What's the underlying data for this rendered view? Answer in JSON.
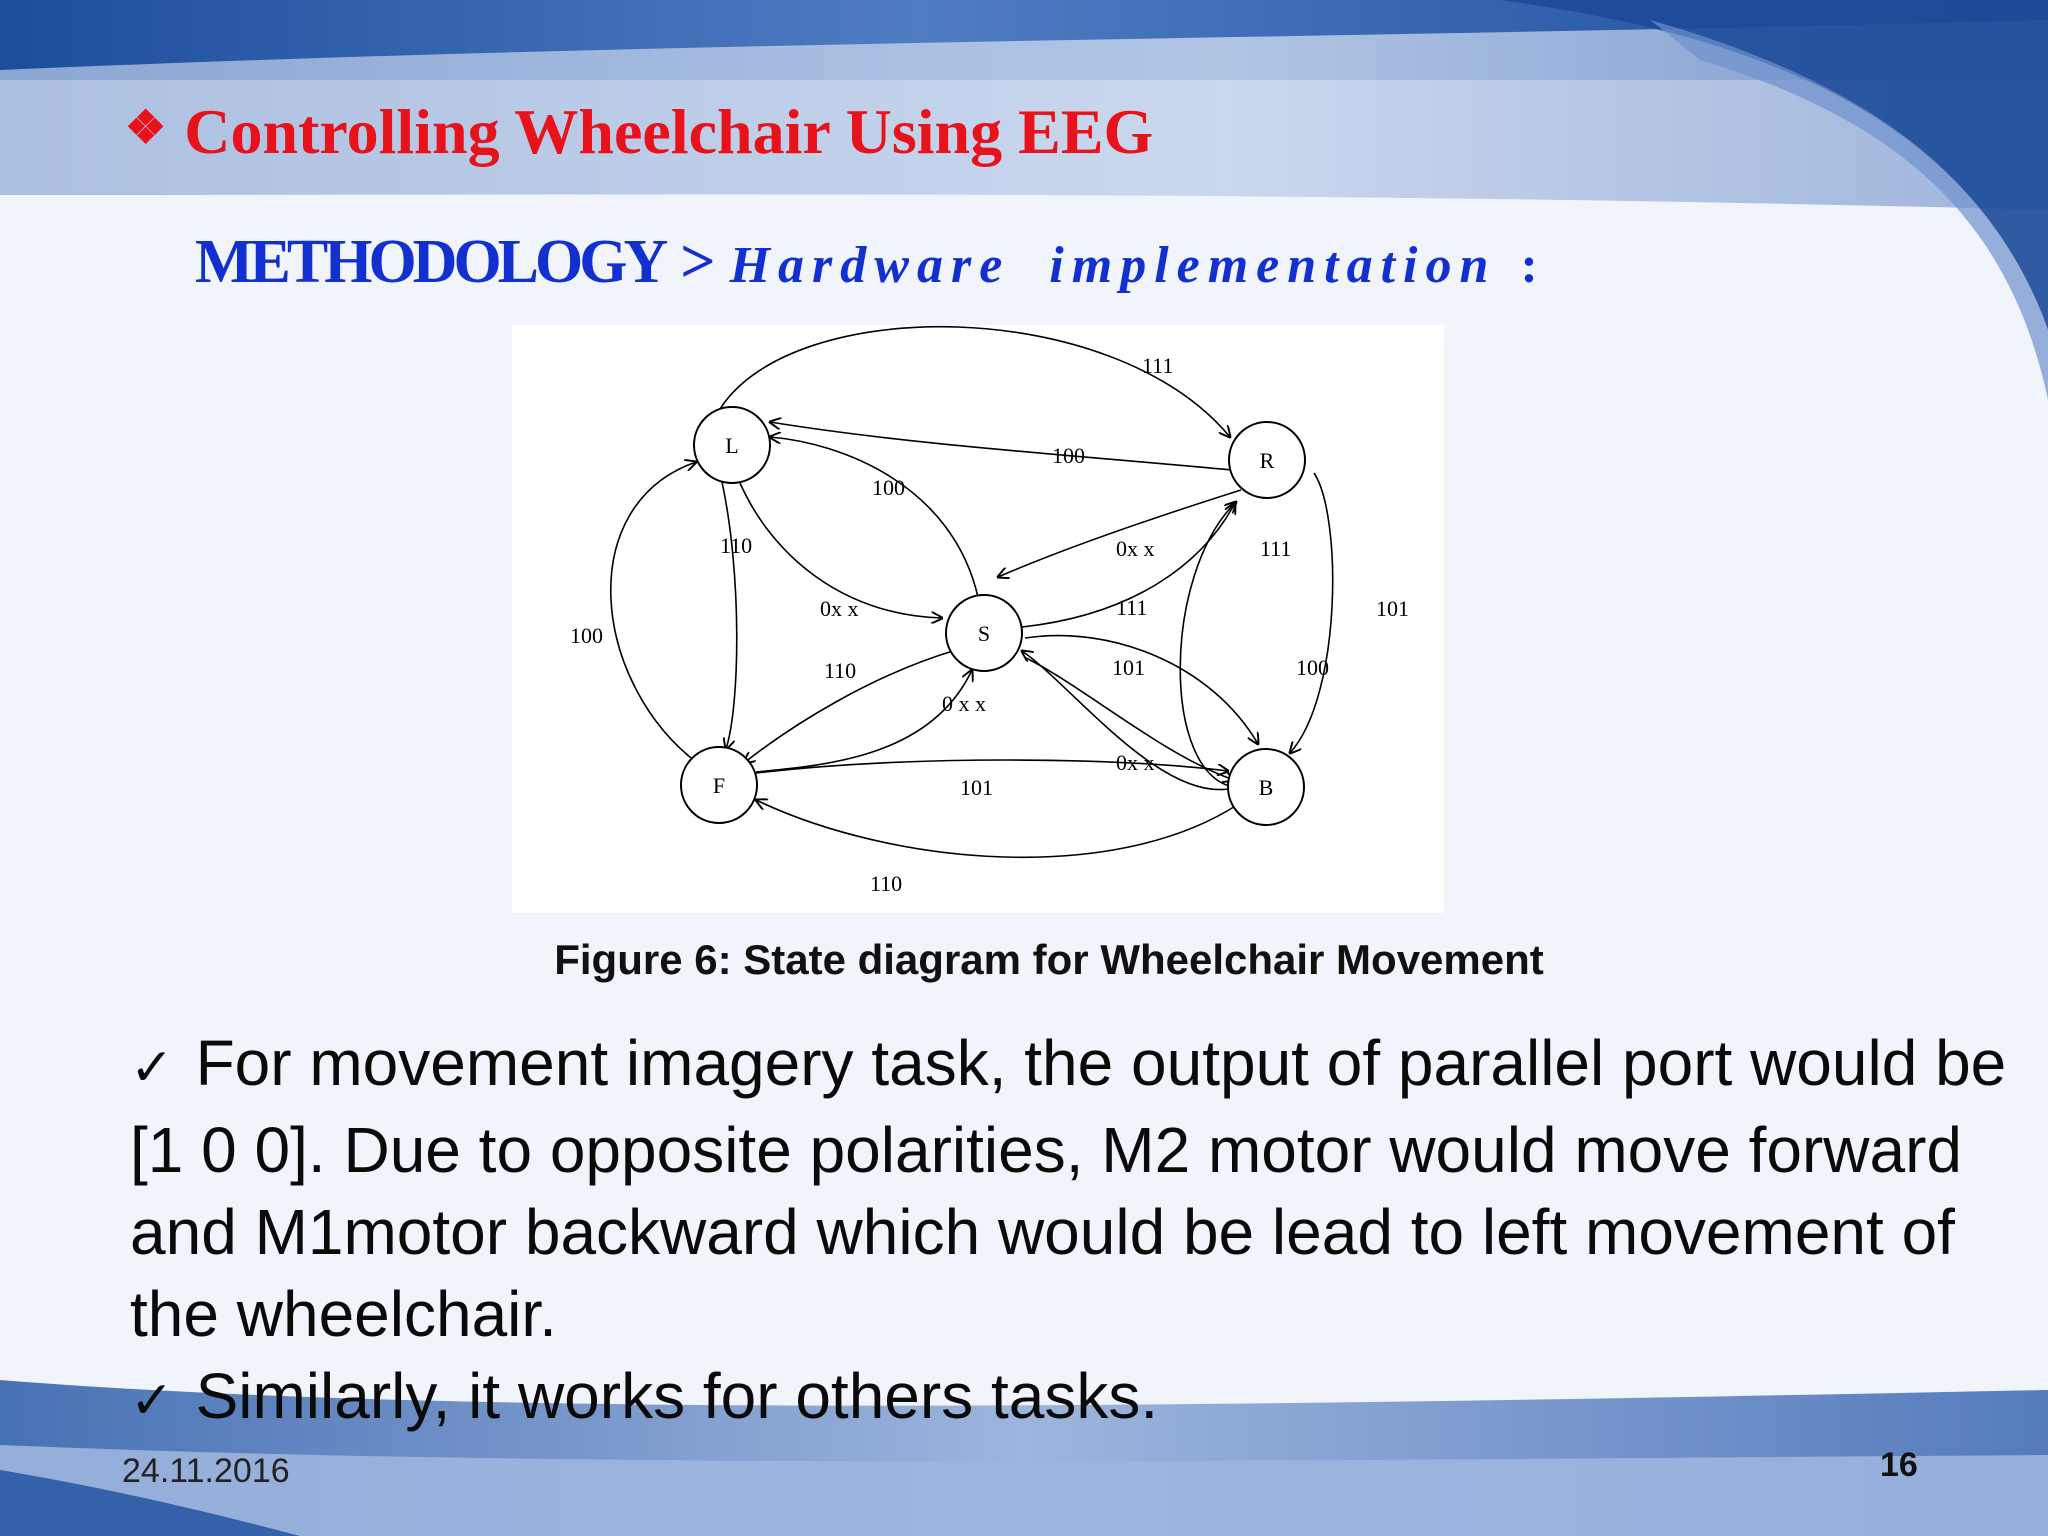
{
  "slide": {
    "title_bullet": "❖",
    "title": "Controlling Wheelchair Using EEG",
    "section": "METHODOLOGY",
    "separator": ">",
    "subsection": "Hardware implementation",
    "colon": ":",
    "caption": "Figure 6: State diagram for Wheelchair Movement",
    "check_icon": "check-icon",
    "bullets": [
      {
        "mark": "✓",
        "text": "For movement imagery task, the output of parallel port would be [1 0 0]. Due to opposite polarities, M2 motor would move forward and M1motor backward which would be lead to left movement of the wheelchair."
      },
      {
        "mark": "✓",
        "text": "Similarly, it works for others tasks."
      }
    ],
    "date": "24.11.2016",
    "page_number": "16",
    "colors": {
      "title": "#e8121b",
      "subtitle": "#1230d0",
      "theme_blue": "#1f4fa0"
    }
  },
  "diagram": {
    "nodes": [
      {
        "id": "L",
        "label": "L"
      },
      {
        "id": "R",
        "label": "R"
      },
      {
        "id": "S",
        "label": "S"
      },
      {
        "id": "F",
        "label": "F"
      },
      {
        "id": "B",
        "label": "B"
      }
    ],
    "edges": [
      {
        "from": "L",
        "to": "R",
        "label": "111"
      },
      {
        "from": "R",
        "to": "L",
        "label": "100"
      },
      {
        "from": "S",
        "to": "L",
        "label": "100"
      },
      {
        "from": "F",
        "to": "L",
        "label": "100"
      },
      {
        "from": "L",
        "to": "F",
        "label": "110"
      },
      {
        "from": "L",
        "to": "S",
        "label": "0x x"
      },
      {
        "from": "R",
        "to": "S",
        "label": "0x x"
      },
      {
        "from": "S",
        "to": "R",
        "label": "111"
      },
      {
        "from": "B",
        "to": "R",
        "label": "111"
      },
      {
        "from": "R",
        "to": "B",
        "label": "101"
      },
      {
        "from": "S",
        "to": "F",
        "label": "110"
      },
      {
        "from": "F",
        "to": "S",
        "label": "0 x x"
      },
      {
        "from": "S",
        "to": "B",
        "label": "101"
      },
      {
        "from": "R",
        "to": "B",
        "label": "100"
      },
      {
        "from": "F",
        "to": "B",
        "label": "101"
      },
      {
        "from": "B",
        "to": "S",
        "label": "0x x"
      },
      {
        "from": "B",
        "to": "F",
        "label": "110"
      }
    ]
  }
}
